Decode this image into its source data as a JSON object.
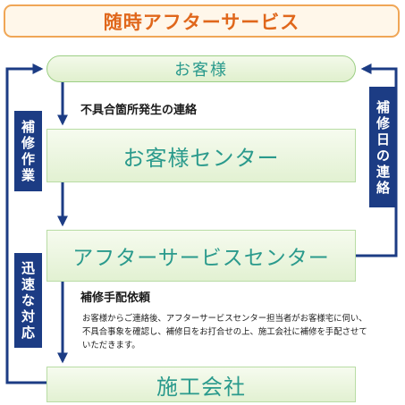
{
  "title": "随時アフターサービス",
  "nodes": {
    "customer": "お客様",
    "customer_center": "お客様センター",
    "after_service_center": "アフターサービスセンター",
    "construction_company": "施工会社"
  },
  "side_labels": {
    "repair_work": [
      "補",
      "修",
      "作",
      "業"
    ],
    "repair_date_contact": [
      "補",
      "修",
      "日",
      "の",
      "連",
      "絡"
    ],
    "quick_response": [
      "迅",
      "速",
      "な",
      "対",
      "応"
    ]
  },
  "flow_labels": {
    "defect_report": "不具合箇所発生の連絡",
    "repair_request": "補修手配依頼"
  },
  "description": "お客様からご連絡後、アフターサービスセンター担当者がお客様宅に伺い、不具合事象を確認し、補修日をお打合せの上、施工会社に補修を手配させていただきます。",
  "colors": {
    "title": "#e0671b",
    "title_border": "#f0a656",
    "box_text": "#2a9a8c",
    "label_bg": "#1c3c84",
    "arrow": "#1c3c84"
  }
}
